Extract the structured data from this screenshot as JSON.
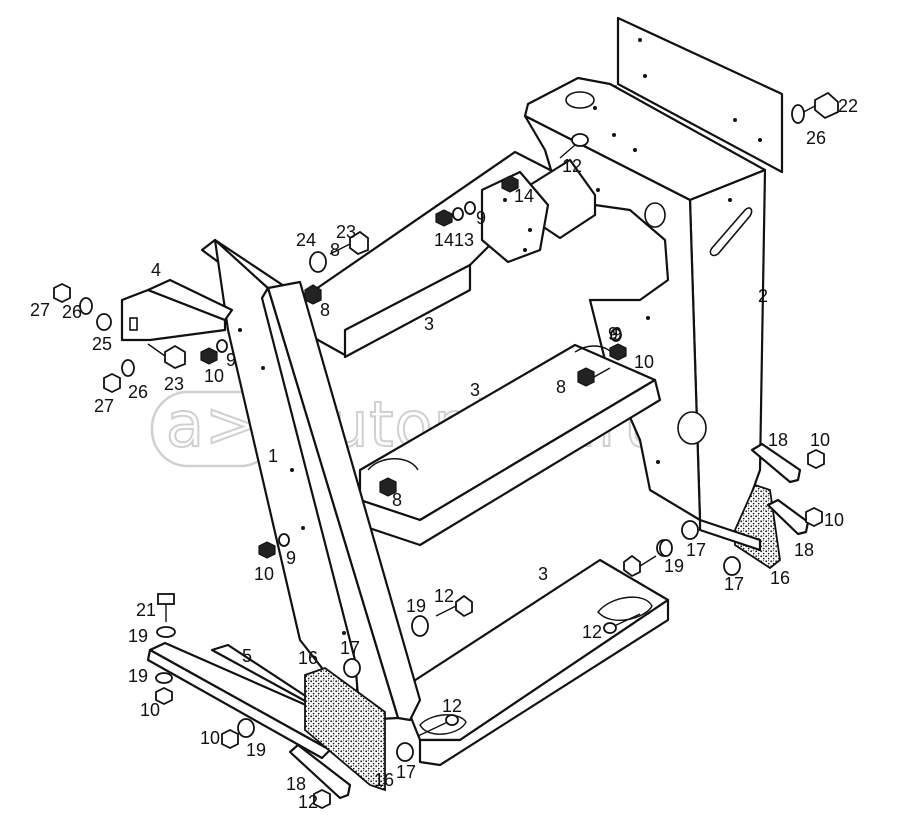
{
  "watermark": "autopiter.ru",
  "callouts": [
    "1",
    "2",
    "3",
    "3",
    "3",
    "4",
    "5",
    "8",
    "8",
    "8",
    "8",
    "9",
    "9",
    "9",
    "9",
    "9",
    "10",
    "10",
    "10",
    "10",
    "10",
    "10",
    "10",
    "12",
    "12",
    "12",
    "12",
    "12",
    "13",
    "14",
    "14",
    "16",
    "16",
    "16",
    "17",
    "17",
    "17",
    "17",
    "18",
    "18",
    "18",
    "19",
    "19",
    "19",
    "19",
    "19",
    "21",
    "22",
    "23",
    "23",
    "24",
    "25",
    "26",
    "26",
    "26",
    "27",
    "27"
  ]
}
